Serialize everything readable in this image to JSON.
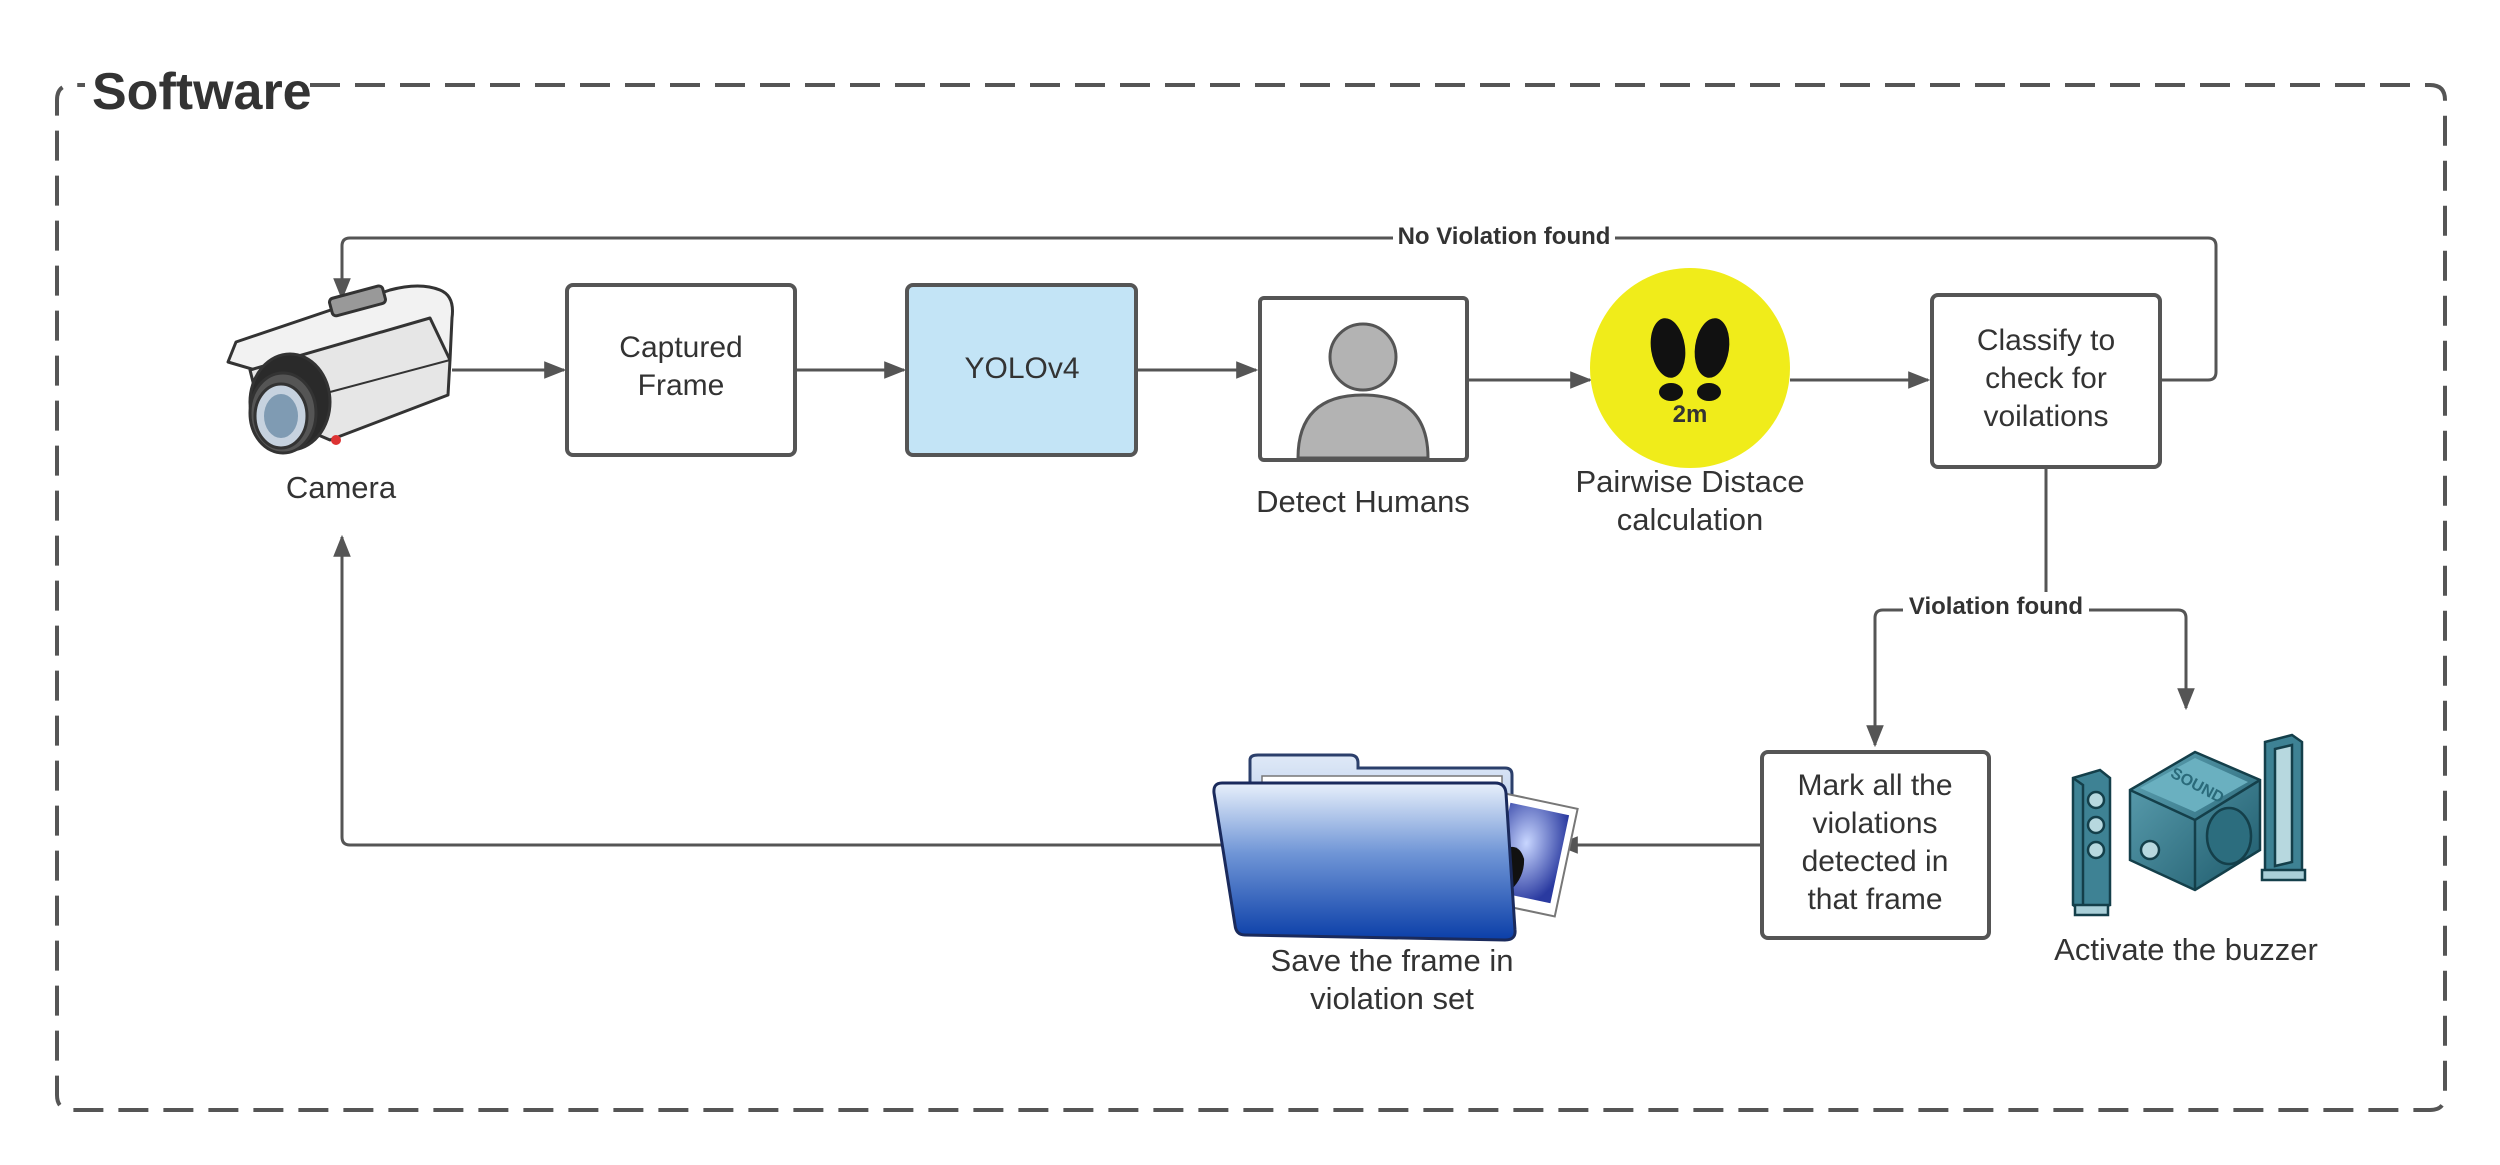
{
  "frame": {
    "title": "Software"
  },
  "nodes": {
    "camera": {
      "label": "Camera"
    },
    "captured_frame": {
      "line1": "Captured",
      "line2": "Frame"
    },
    "yolo": {
      "label": "YOLOv4"
    },
    "detect_humans": {
      "label": "Detect Humans"
    },
    "pairwise": {
      "line1": "Pairwise Distace",
      "line2": "calculation",
      "badge": "2m"
    },
    "classify": {
      "line1": "Classify to",
      "line2": "check for",
      "line3": "voilations"
    },
    "mark": {
      "line1": "Mark all the",
      "line2": "violations",
      "line3": "detected in",
      "line4": "that frame"
    },
    "save": {
      "line1": "Save the frame in",
      "line2": "violation set"
    },
    "buzzer": {
      "label": "Activate the buzzer",
      "speaker_text": "SOUND"
    }
  },
  "edges": {
    "no_violation": "No Violation found",
    "violation": "Violation found"
  },
  "colors": {
    "line": "#555555",
    "yolo_fill": "#c3e4f6",
    "footprint_circle": "#f0ec1a",
    "folder_blue": "#0b3fa8"
  }
}
